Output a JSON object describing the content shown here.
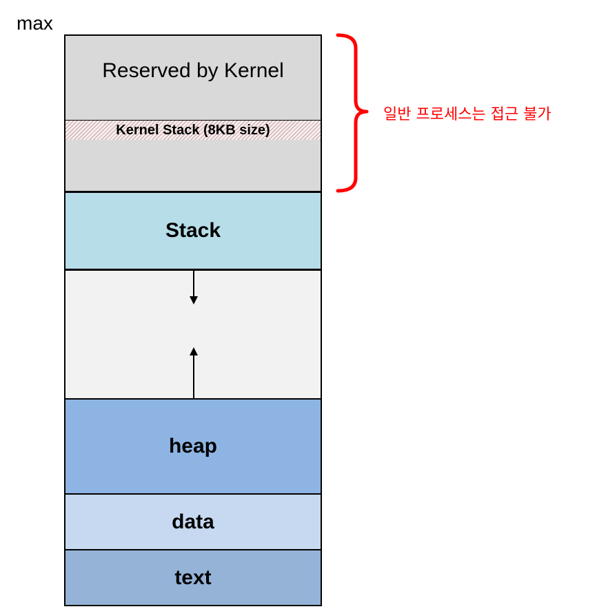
{
  "top_label": "max",
  "segments": {
    "reserved": "Reserved by Kernel",
    "kernel_stack": "Kernel Stack (8KB size)",
    "stack": "Stack",
    "heap": "heap",
    "data": "data",
    "text": "text"
  },
  "annotation": {
    "text": "일반 프로세스는 접근 불가",
    "color": "#ff0000"
  },
  "colors": {
    "kernel": "#d9d9d9",
    "stack": "#b7dde8",
    "free": "#f2f2f2",
    "heap": "#8eb4e3",
    "data": "#c6d9f0",
    "text": "#95b3d7"
  },
  "icons": {
    "stack_growth": "arrow-down-icon",
    "heap_growth": "arrow-up-icon",
    "kernel_region": "curly-brace-icon"
  }
}
